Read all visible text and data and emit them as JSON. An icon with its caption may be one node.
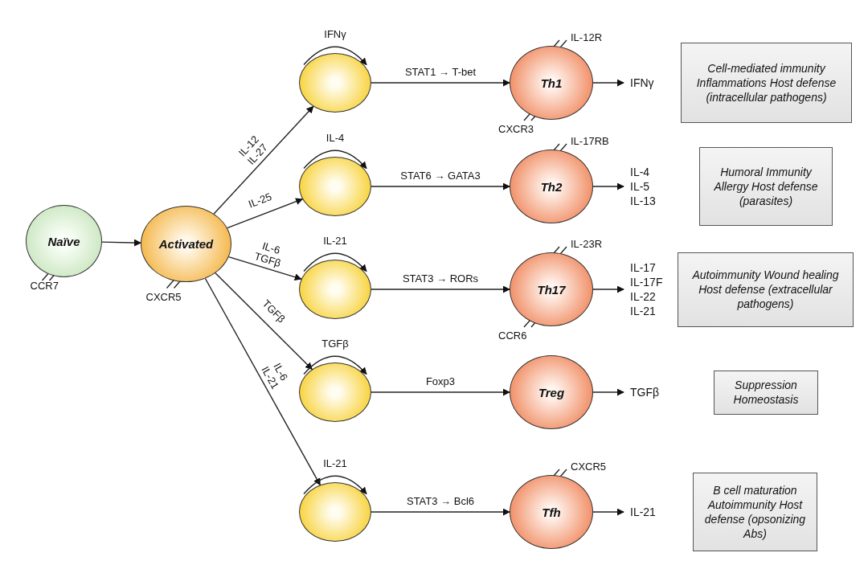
{
  "diagram": {
    "nodes": [
      {
        "text": [
          "Naïve"
        ],
        "beside": [
          "CCR7"
        ]
      },
      {
        "text": [
          "Activated"
        ],
        "beside": [
          "CXCR5"
        ]
      },
      {
        "text": [],
        "shape": "circle"
      },
      {
        "text": [],
        "shape": "circle"
      },
      {
        "text": [],
        "shape": "circle"
      },
      {
        "text": [],
        "shape": "circle"
      },
      {
        "text": [],
        "shape": "circle"
      },
      {
        "text": [
          "Th1"
        ],
        "beside": [
          "IL-12R",
          "CXCR3"
        ]
      },
      {
        "text": [
          "Th2"
        ],
        "beside": [
          "IL-17RB"
        ]
      },
      {
        "text": [
          "Th17"
        ],
        "beside": [
          "IL-23R",
          "CCR6"
        ]
      },
      {
        "text": [
          "Treg"
        ]
      },
      {
        "text": [
          "Tfh"
        ],
        "beside": [
          "CXCR5"
        ]
      },
      {
        "text": [
          "IFNγ"
        ]
      },
      {
        "text": [
          "IL-4 IL-5 IL-13"
        ]
      },
      {
        "text": [
          "IL-17 IL-17F IL-22 IL-21"
        ]
      },
      {
        "text": [
          "TGFβ"
        ]
      },
      {
        "text": [
          "IL-21"
        ]
      },
      {
        "text": [
          "Cell-mediated immunity Inflammations Host defense (intracellular pathogens)"
        ]
      },
      {
        "text": [
          "Humoral Immunity Allergy Host defense (parasites)"
        ]
      },
      {
        "text": [
          "Autoimmunity Wound healing Host defense (extracellular pathogens)"
        ]
      },
      {
        "text": [
          "Suppression Homeostasis"
        ]
      },
      {
        "text": [
          "B cell maturation Autoimmunity Host defense (opsonizing Abs)"
        ]
      }
    ],
    "edges": [
      {
        "from": 0,
        "to": 1,
        "arrow": "to"
      },
      {
        "from": 1,
        "to": 2,
        "label": "IL-12 IL-27",
        "arrow": "to"
      },
      {
        "from": 1,
        "to": 3,
        "label": "IL-25",
        "arrow": "to"
      },
      {
        "from": 1,
        "to": 4,
        "label": "IL-6 TGFβ",
        "arrow": "to"
      },
      {
        "from": 1,
        "to": 5,
        "label": "TGFβ",
        "arrow": "to"
      },
      {
        "from": 1,
        "to": 6,
        "label": "IL-6 IL-21",
        "arrow": "to"
      },
      {
        "from": 2,
        "to": 2,
        "label": "IFNγ",
        "arrow": "to"
      },
      {
        "from": 3,
        "to": 3,
        "label": "IL-4",
        "arrow": "to"
      },
      {
        "from": 4,
        "to": 4,
        "label": "IL-21",
        "arrow": "to"
      },
      {
        "from": 5,
        "to": 5,
        "label": "TGFβ",
        "arrow": "to"
      },
      {
        "from": 6,
        "to": 6,
        "label": "IL-21",
        "arrow": "to"
      },
      {
        "from": 2,
        "to": 7,
        "label": "STAT1 → T-bet",
        "arrow": "to"
      },
      {
        "from": 3,
        "to": 8,
        "label": "STAT6 → GATA3",
        "arrow": "to"
      },
      {
        "from": 4,
        "to": 9,
        "label": "STAT3 → RORs",
        "arrow": "to"
      },
      {
        "from": 5,
        "to": 10,
        "label": "Foxp3",
        "arrow": "to"
      },
      {
        "from": 6,
        "to": 11,
        "label": "STAT3 → Bcl6",
        "arrow": "to"
      },
      {
        "from": 7,
        "to": 12,
        "arrow": "to"
      },
      {
        "from": 8,
        "to": 13,
        "arrow": "to"
      },
      {
        "from": 9,
        "to": 14,
        "arrow": "to"
      },
      {
        "from": 10,
        "to": 15,
        "arrow": "to"
      },
      {
        "from": 11,
        "to": 16,
        "arrow": "to"
      }
    ]
  }
}
